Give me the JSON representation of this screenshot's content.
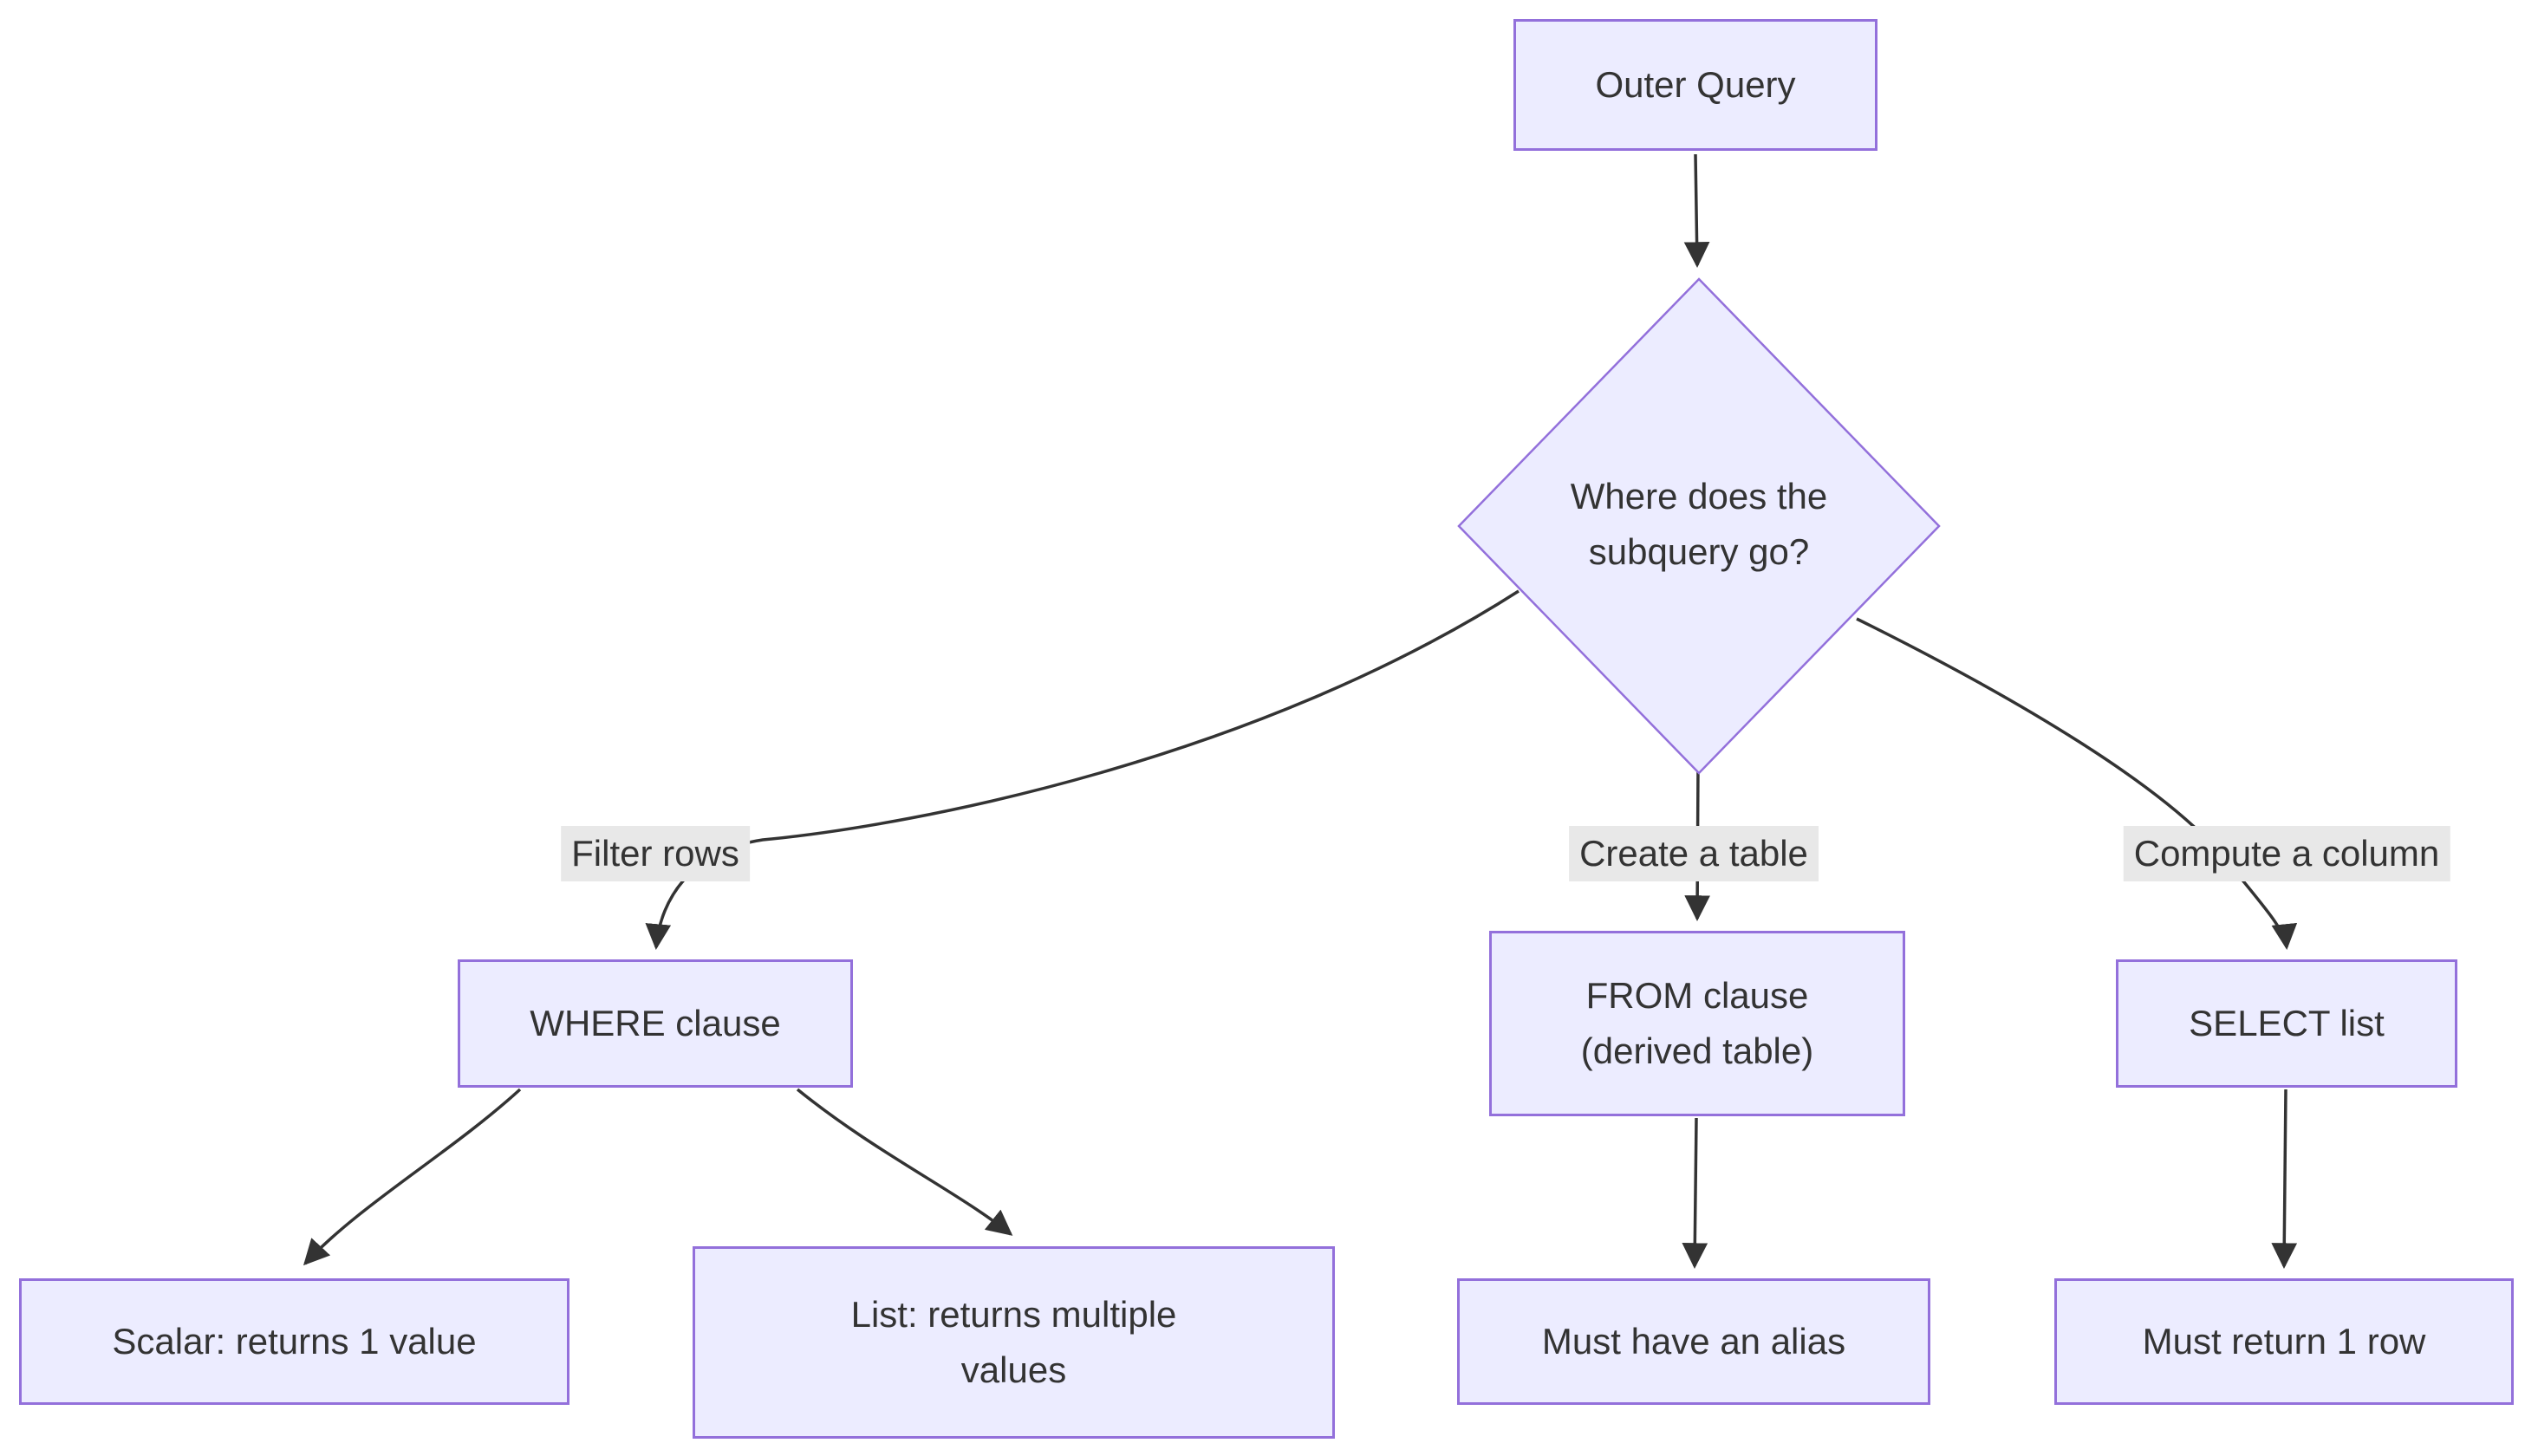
{
  "diagram": {
    "type": "flowchart",
    "colors": {
      "bg": "#ffffff",
      "node_fill": "#ececff",
      "node_border": "#9370db",
      "edge": "#333333",
      "label_bg": "#e8e8e8",
      "text": "#333333"
    },
    "nodes": {
      "outer_query": "Outer Query",
      "decision": "Where does the\nsubquery go?",
      "where_clause": "WHERE clause",
      "from_clause": "FROM clause\n(derived table)",
      "select_list": "SELECT list",
      "scalar": "Scalar: returns 1 value",
      "list": "List: returns multiple\nvalues",
      "alias": "Must have an alias",
      "one_row": "Must return 1 row"
    },
    "edge_labels": {
      "filter": "Filter rows",
      "create": "Create a table",
      "compute": "Compute a column"
    },
    "edges": [
      {
        "from": "Outer Query",
        "to": "Where does the subquery go?",
        "label": ""
      },
      {
        "from": "Where does the subquery go?",
        "to": "WHERE clause",
        "label": "Filter rows"
      },
      {
        "from": "Where does the subquery go?",
        "to": "FROM clause (derived table)",
        "label": "Create a table"
      },
      {
        "from": "Where does the subquery go?",
        "to": "SELECT list",
        "label": "Compute a column"
      },
      {
        "from": "WHERE clause",
        "to": "Scalar: returns 1 value",
        "label": ""
      },
      {
        "from": "WHERE clause",
        "to": "List: returns multiple values",
        "label": ""
      },
      {
        "from": "FROM clause (derived table)",
        "to": "Must have an alias",
        "label": ""
      },
      {
        "from": "SELECT list",
        "to": "Must return 1 row",
        "label": ""
      }
    ]
  }
}
